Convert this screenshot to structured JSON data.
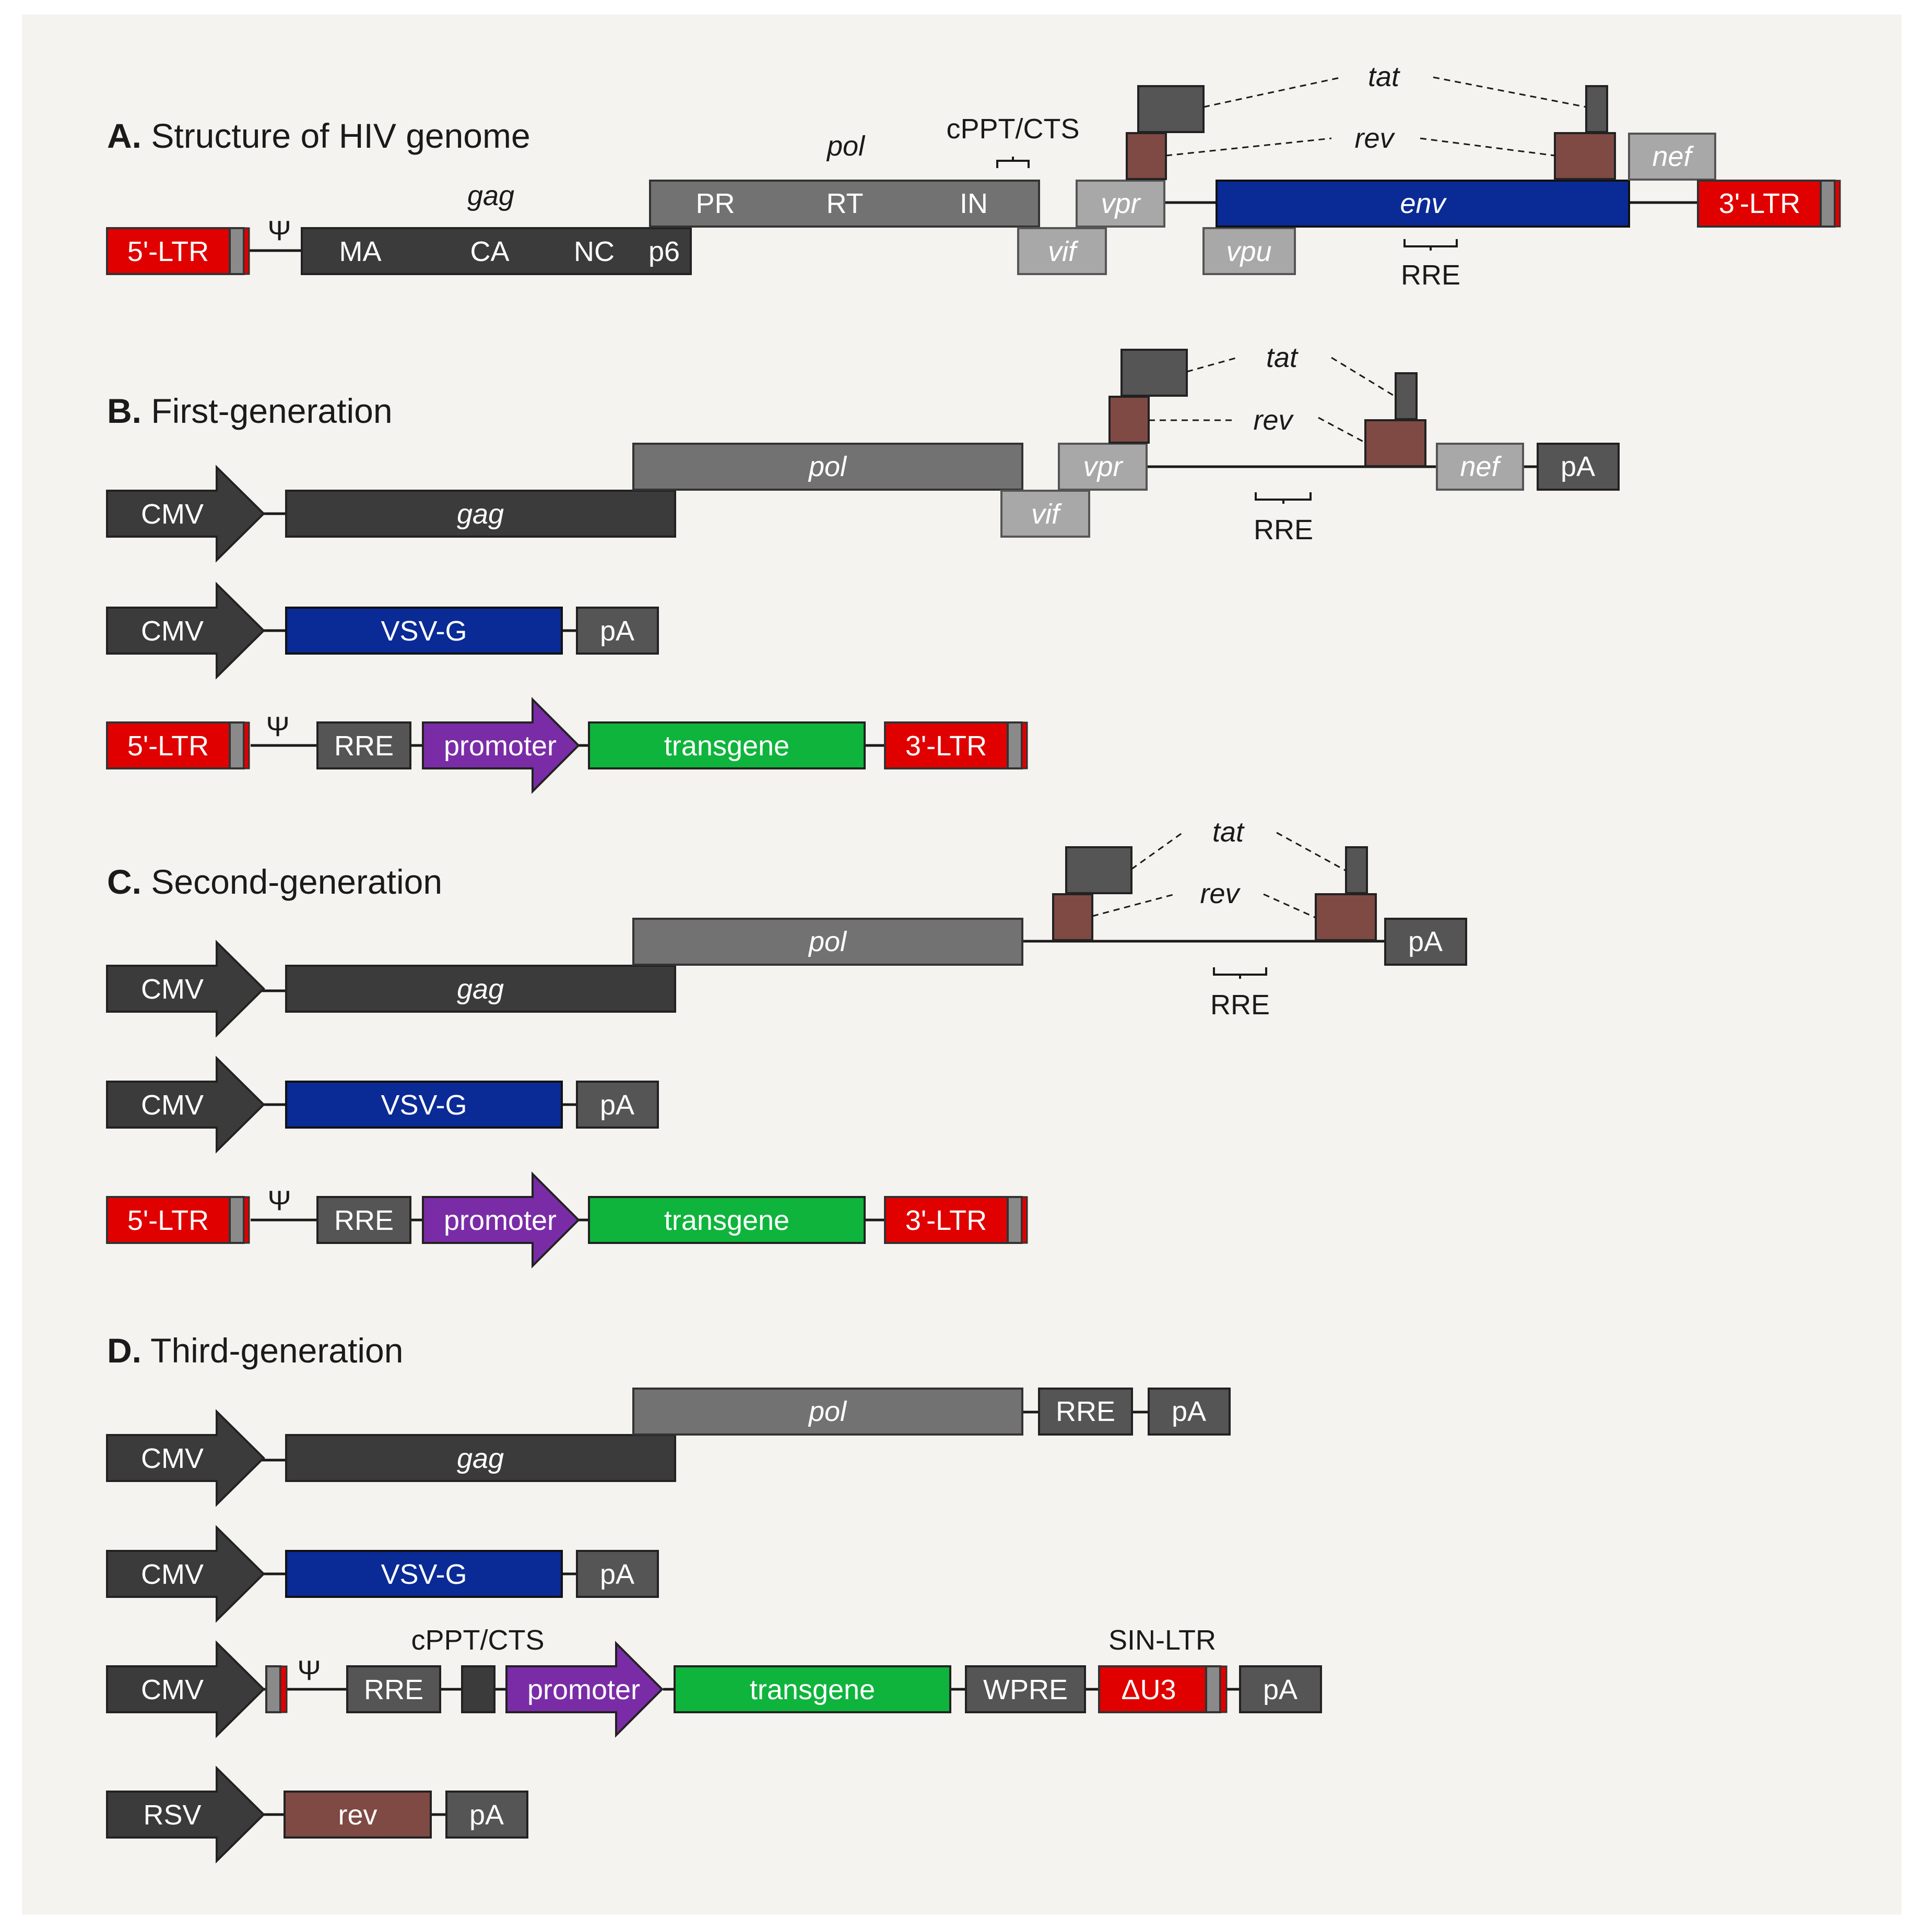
{
  "colors": {
    "background": "#f5f3ef",
    "gag": "#3b3b3b",
    "pol": "#727272",
    "accessory": "#a8a8a8",
    "env": "#0a2a96",
    "ltr": "#e00000",
    "tat": "#555555",
    "rev": "#7f4a44",
    "promoter": "#7a2ca6",
    "transgene": "#0fb43c",
    "cmv": "#3b3b3b"
  },
  "section_a": {
    "letter": "A.",
    "title": "Structure of HIV genome",
    "ltr5": "5'-LTR",
    "ltr3": "3'-LTR",
    "psi": "Ψ",
    "gag": "gag",
    "ma": "MA",
    "ca": "CA",
    "nc": "NC",
    "p6": "p6",
    "pol": "pol",
    "pr": "PR",
    "rt": "RT",
    "in": "IN",
    "cppt": "cPPT/CTS",
    "vif": "vif",
    "vpr": "vpr",
    "vpu": "vpu",
    "env": "env",
    "rre": "RRE",
    "nef": "nef",
    "tat": "tat",
    "rev": "rev"
  },
  "section_b": {
    "letter": "B.",
    "title": "First-generation",
    "cmv": "CMV",
    "gag": "gag",
    "pol": "pol",
    "vif": "vif",
    "vpr": "vpr",
    "nef": "nef",
    "pa": "pA",
    "rre": "RRE",
    "tat": "tat",
    "rev": "rev",
    "vsvg": "VSV-G",
    "ltr5": "5'-LTR",
    "ltr3": "3'-LTR",
    "psi": "Ψ",
    "promoter": "promoter",
    "transgene": "transgene"
  },
  "section_c": {
    "letter": "C.",
    "title": "Second-generation",
    "cmv": "CMV",
    "gag": "gag",
    "pol": "pol",
    "pa": "pA",
    "rre": "RRE",
    "tat": "tat",
    "rev": "rev",
    "vsvg": "VSV-G",
    "ltr5": "5'-LTR",
    "ltr3": "3'-LTR",
    "psi": "Ψ",
    "promoter": "promoter",
    "transgene": "transgene"
  },
  "section_d": {
    "letter": "D.",
    "title": "Third-generation",
    "cmv": "CMV",
    "gag": "gag",
    "pol": "pol",
    "rre": "RRE",
    "pa": "pA",
    "vsvg": "VSV-G",
    "psi": "Ψ",
    "cppt": "cPPT/CTS",
    "promoter": "promoter",
    "transgene": "transgene",
    "wpre": "WPRE",
    "sin_ltr": "SIN-LTR",
    "du3": "ΔU3",
    "rsv": "RSV",
    "rev": "rev"
  }
}
